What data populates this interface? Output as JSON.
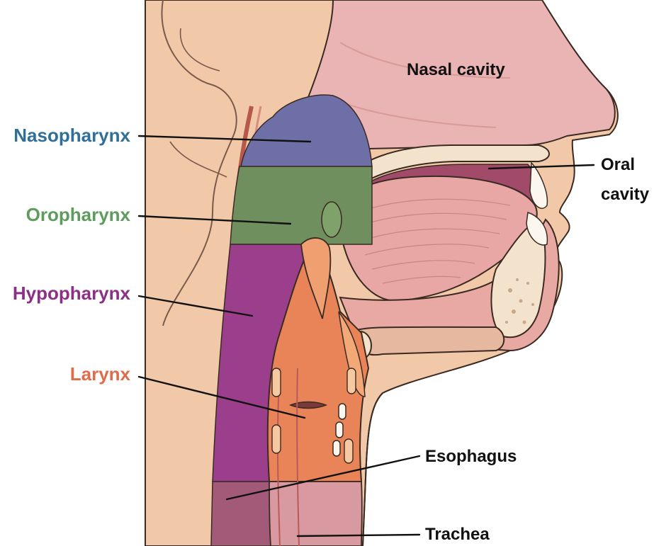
{
  "diagram": {
    "left_labels": [
      {
        "key": "nasopharynx",
        "text": "Nasopharynx",
        "color": "#2f6f99"
      },
      {
        "key": "oropharynx",
        "text": "Oropharynx",
        "color": "#5e9c5e"
      },
      {
        "key": "hypopharynx",
        "text": "Hypopharynx",
        "color": "#8d2f86"
      },
      {
        "key": "larynx",
        "text": "Larynx",
        "color": "#e06d4a"
      }
    ],
    "right_labels": {
      "oral_line1": "Oral",
      "oral_line2": "cavity",
      "esophagus": "Esophagus",
      "trachea": "Trachea"
    },
    "region_labels": {
      "nasal_cavity": "Nasal cavity"
    },
    "colors": {
      "skin": "#f1c9a8",
      "skin_outline": "#3a2a22",
      "tissue_pink": "#e9a9a3",
      "nasopharynx_zone": "#6f6fa8",
      "oropharynx_zone": "#6f8f5f",
      "hypopharynx_zone": "#9b3f8c",
      "larynx_zone": "#e88458",
      "bone": "#f3e3cc",
      "tongue": "#e8a7a4",
      "nasal": "#eab4b4"
    }
  }
}
